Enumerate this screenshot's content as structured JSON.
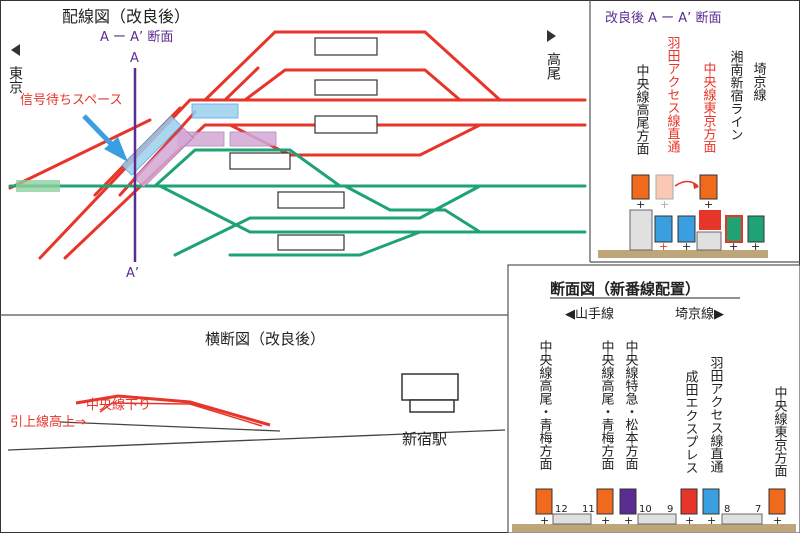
{
  "track_diagram": {
    "title": "配線図（改良後）",
    "section_label": "A ー A’ 断面",
    "marker_a": "A",
    "marker_a_prime": "A’",
    "tokyo": "東京",
    "takao": "高尾",
    "waiting_space_label": "信号待ちスペース"
  },
  "section_view": {
    "title": "改良後 A ー A’ 断面",
    "lines": [
      "中央線高尾方面",
      "羽田アクセス線直通",
      "中央線東京方面",
      "湘南新宿ライン",
      "埼京線"
    ]
  },
  "cross_section": {
    "title": "横断図（改良後）",
    "chuo_down": "中央線下り",
    "pullout": "引上線高上⇒",
    "station": "新宿駅"
  },
  "platform_section": {
    "title": "断面図（新番線配置）",
    "yamanote": "◀山手線",
    "saikyo": "埼京線▶",
    "lines": [
      "中央線高尾・青梅方面",
      "中央線高尾・青梅方面",
      "中央線特急・松本方面",
      "成田エクスプレス",
      "羽田アクセス線直通",
      "中央線東京方面"
    ],
    "tracks": [
      "12",
      "11",
      "10",
      "9",
      "8",
      "7"
    ]
  },
  "colors": {
    "red": "#e8352a",
    "green": "#1fa374",
    "purple": "#5a2d91",
    "blue": "#3a9fe0",
    "orange": "#f06a1e"
  }
}
